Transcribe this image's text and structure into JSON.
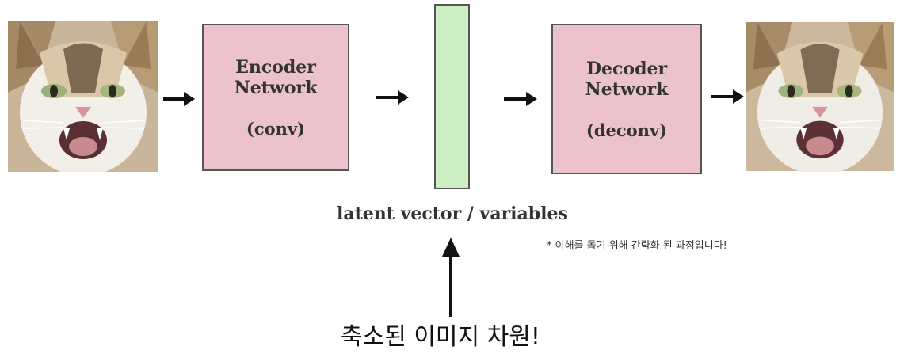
{
  "encoder": {
    "title_line1": "Encoder",
    "title_line2": "Network",
    "subtitle": "(conv)"
  },
  "decoder": {
    "title_line1": "Decoder",
    "title_line2": "Network",
    "subtitle": "(deconv)"
  },
  "latent_label": "latent vector / variables",
  "note": "* 이해를 돕기 위해 간략화 된 과정입니다!",
  "caption": "축소된 이미지 차원!",
  "colors": {
    "box_fill": "#ecc3cc",
    "latent_fill": "#cdefc3",
    "border": "#555555",
    "arrow": "#111111"
  },
  "icons": {
    "input": "cat-photo",
    "output": "cat-photo"
  }
}
